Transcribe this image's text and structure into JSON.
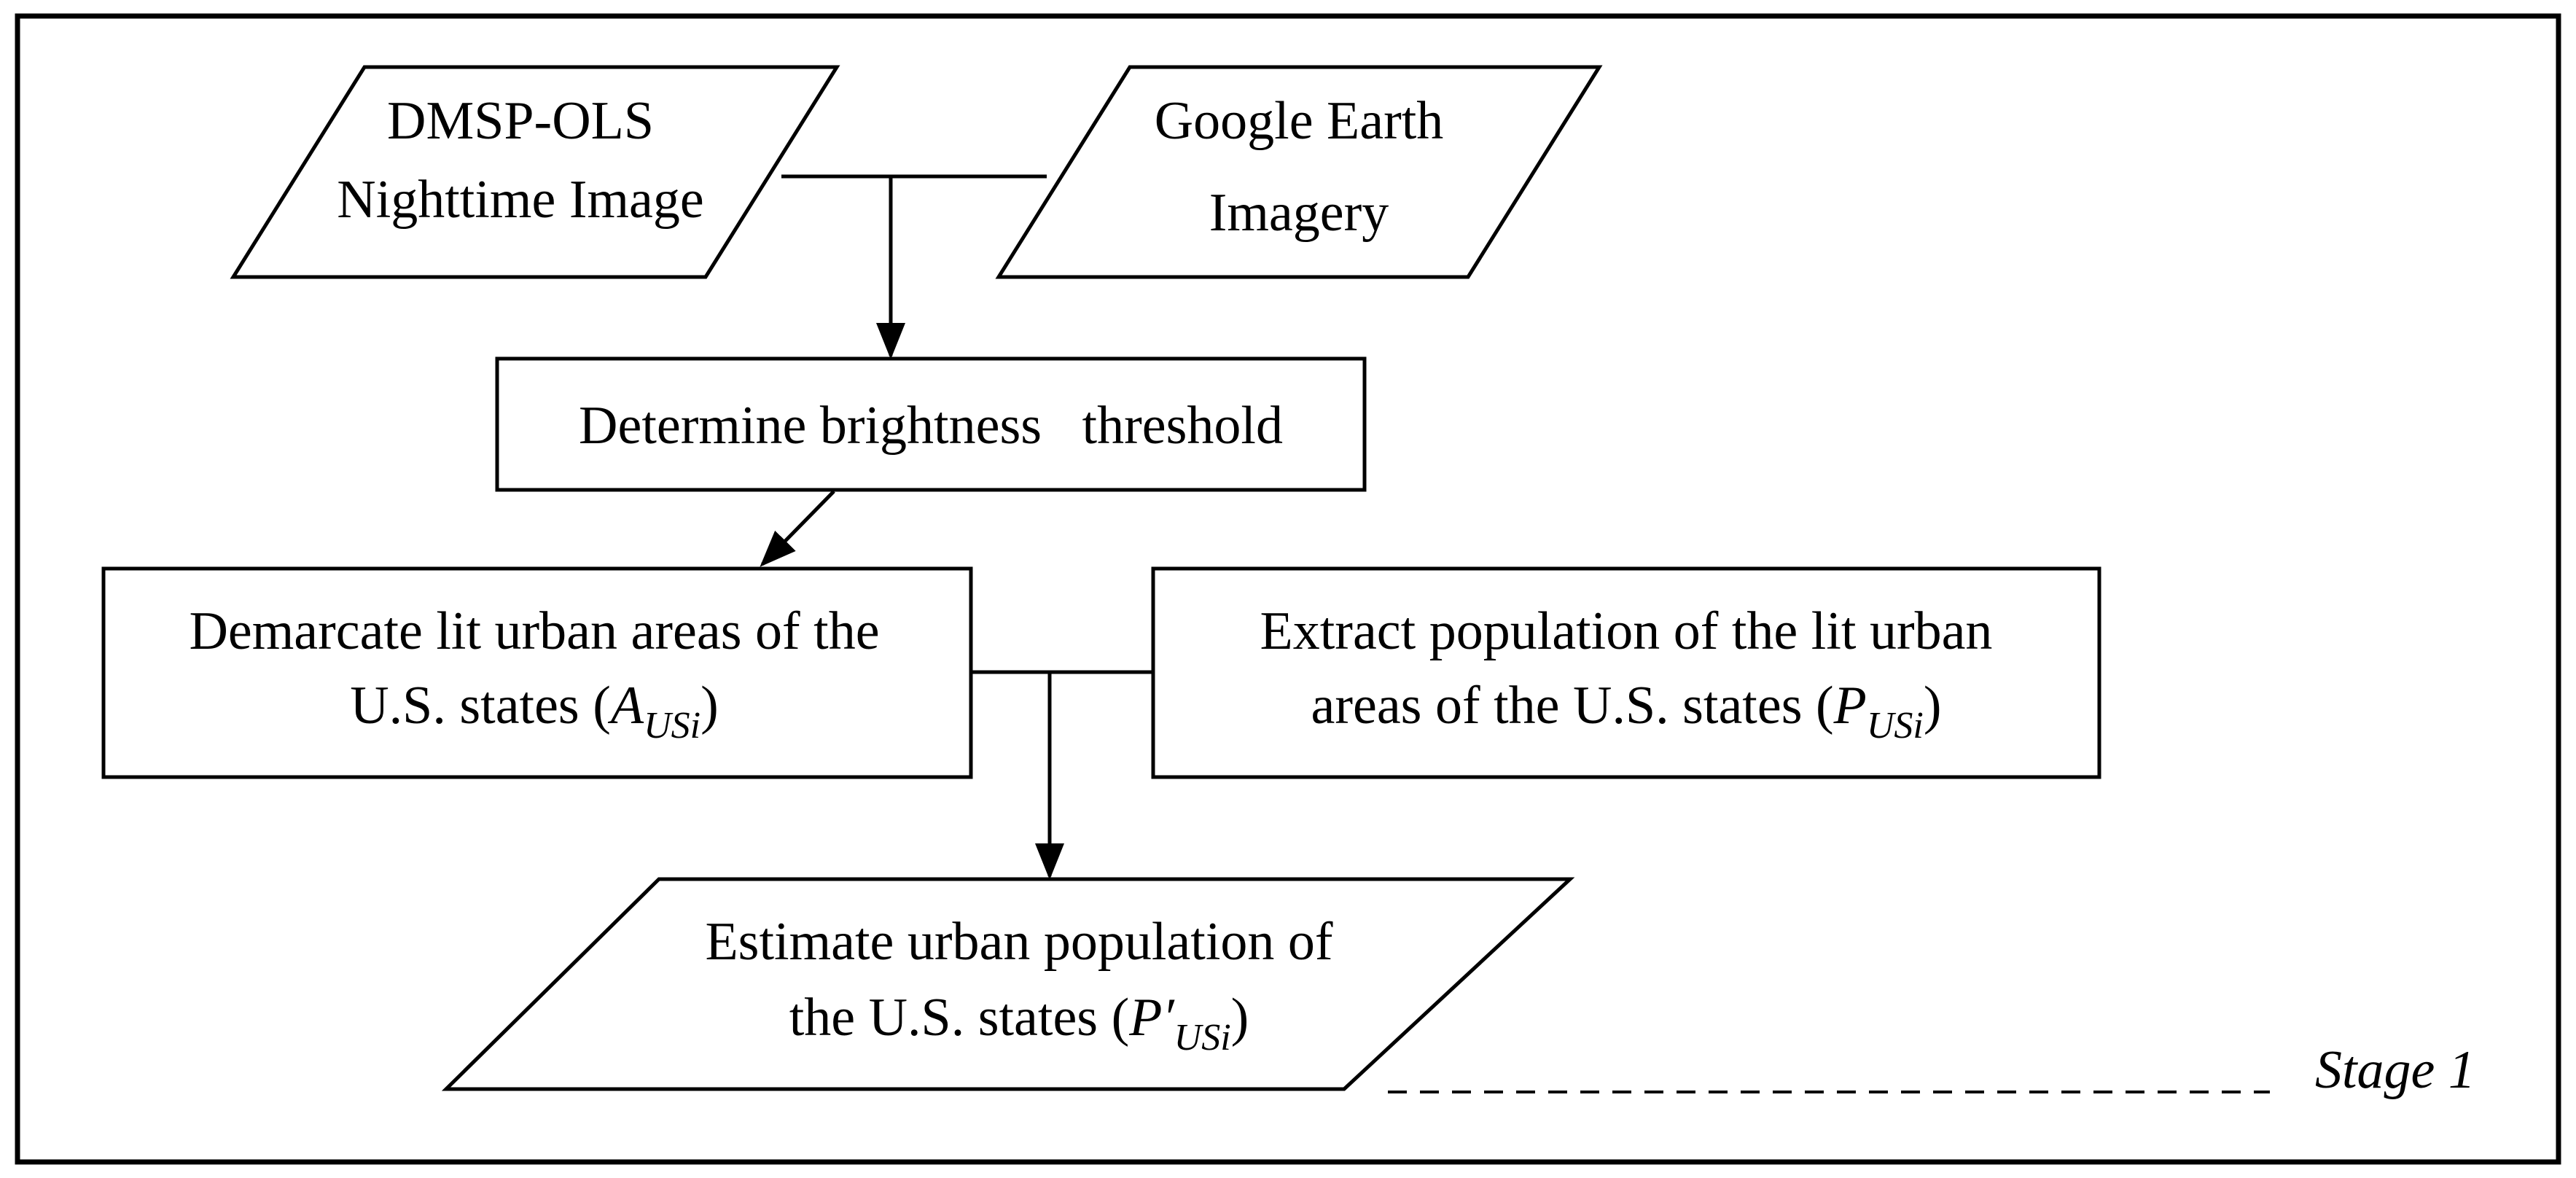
{
  "nodes": {
    "dmsp": {
      "line1": "DMSP-OLS",
      "line2": "Nighttime Image"
    },
    "google": {
      "line1": "Google Earth",
      "line2": "Imagery"
    },
    "threshold": {
      "label": "Determine brightness   threshold"
    },
    "demarcate": {
      "line1": "Demarcate lit urban areas of the",
      "line2_prefix": "U.S. states (",
      "var": "A",
      "sub": "USi",
      "line2_suffix": ")"
    },
    "extract": {
      "line1": "Extract population of the lit urban",
      "line2_prefix": "areas of the U.S. states (",
      "var": "P",
      "sub": "USi",
      "line2_suffix": ")"
    },
    "estimate": {
      "line1": "Estimate urban population of",
      "line2_prefix": "the U.S. states (",
      "var": "P′",
      "sub": "USi",
      "line2_suffix": ")"
    }
  },
  "stage_label": "Stage 1"
}
